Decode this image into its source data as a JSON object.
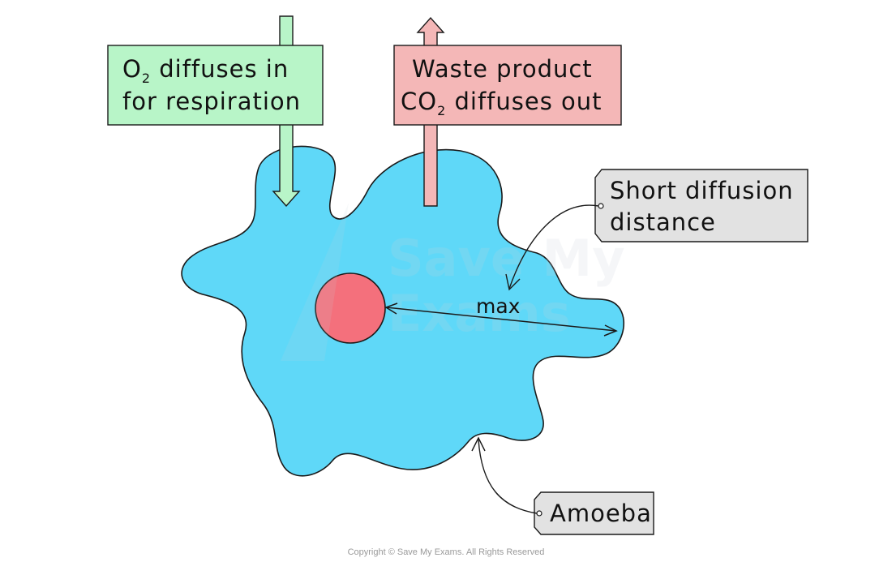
{
  "diagram": {
    "o2_box": {
      "line1_main": "O",
      "line1_sub": "2",
      "line1_rest": " diffuses in",
      "line2": "for respiration"
    },
    "co2_box": {
      "line1": "Waste product",
      "line2_main": "CO",
      "line2_sub": "2",
      "line2_rest": " diffuses out"
    },
    "diffusion_tag": {
      "line1": "Short diffusion",
      "line2": "distance"
    },
    "amoeba_tag": {
      "label": "Amoeba"
    },
    "max_label": "max",
    "watermark": {
      "line1": "Save My",
      "line2": "Exams"
    },
    "copyright": "Copyright © Save My Exams. All Rights Reserved",
    "colors": {
      "cytoplasm": "#5fd8f8",
      "nucleus": "#f4707c",
      "o2_fill": "#b8f5c8",
      "co2_fill": "#f4b7b7",
      "tag_fill": "#e2e2e2",
      "stroke": "#1a1a1a"
    }
  }
}
